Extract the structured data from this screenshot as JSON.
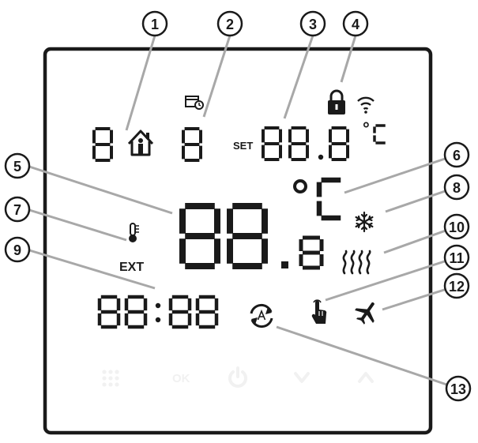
{
  "labels": {
    "set": "SET",
    "ext": "EXT",
    "degree_small": "°",
    "degree_large": "°"
  },
  "buttons": {
    "ok": "OK"
  },
  "callouts": [
    "1",
    "2",
    "3",
    "4",
    "5",
    "6",
    "7",
    "8",
    "9",
    "10",
    "11",
    "12",
    "13"
  ],
  "colors": {
    "ink": "#1a1a1a",
    "leader": "#a8a8a8",
    "ghost_button": "#f1f1f1"
  },
  "icons": [
    "home-person-icon",
    "calendar-clock-icon",
    "lock-icon",
    "wifi-icon",
    "thermometer-icon",
    "snowflake-icon",
    "heat-waves-icon",
    "hand-touch-icon",
    "airplane-icon",
    "auto-mode-icon",
    "grid-menu-icon",
    "power-icon",
    "down-arrow-icon",
    "up-arrow-icon"
  ]
}
